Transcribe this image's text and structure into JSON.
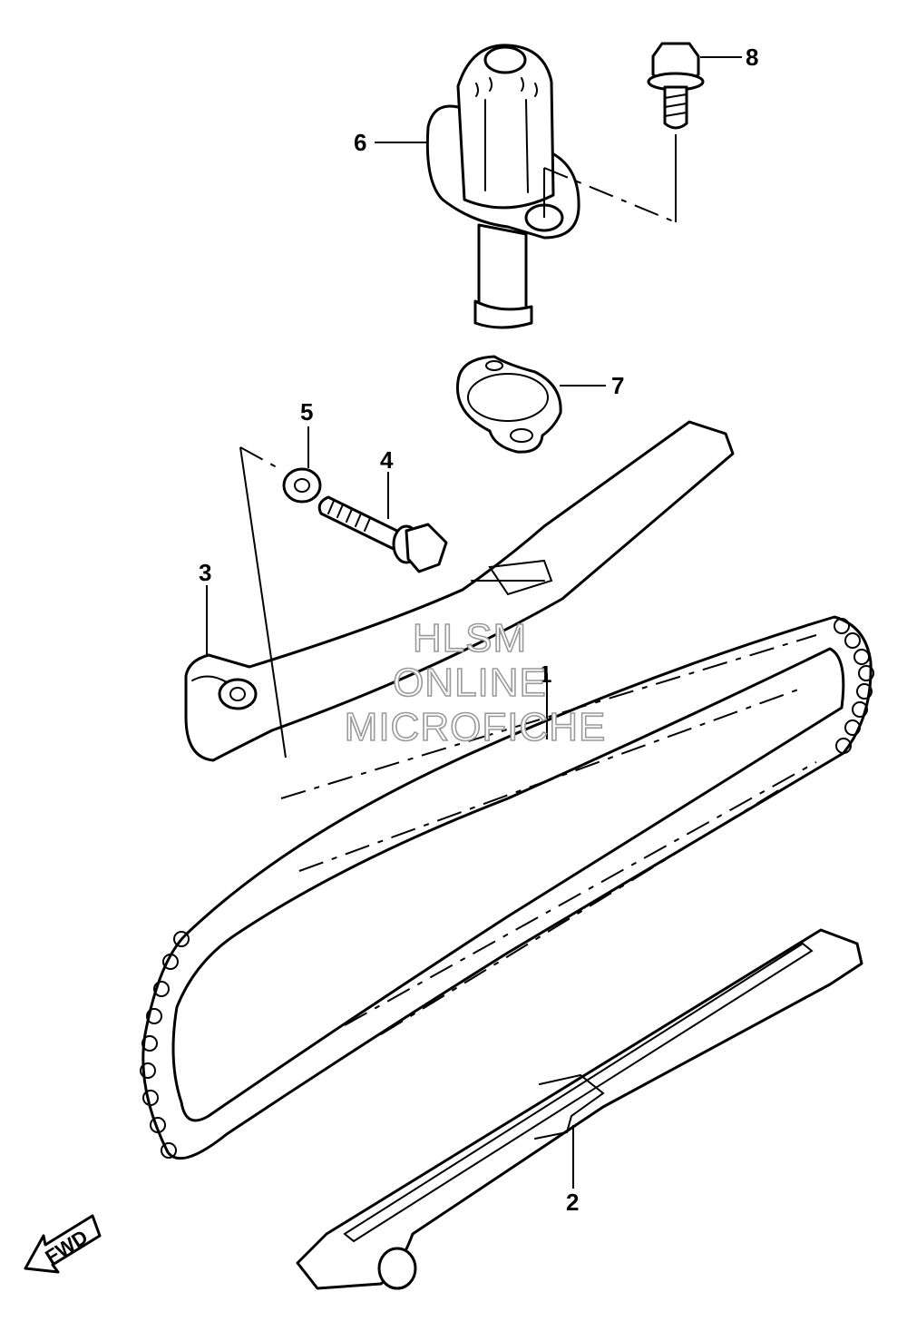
{
  "callouts": {
    "c1": "1",
    "c2": "2",
    "c3": "3",
    "c4": "4",
    "c5": "5",
    "c6": "6",
    "c7": "7",
    "c8": "8"
  },
  "watermark": {
    "line1": "HLSM",
    "line2": "ONLINE",
    "line3": "MICROFICHE"
  },
  "direction_indicator": {
    "label": "FWD"
  }
}
